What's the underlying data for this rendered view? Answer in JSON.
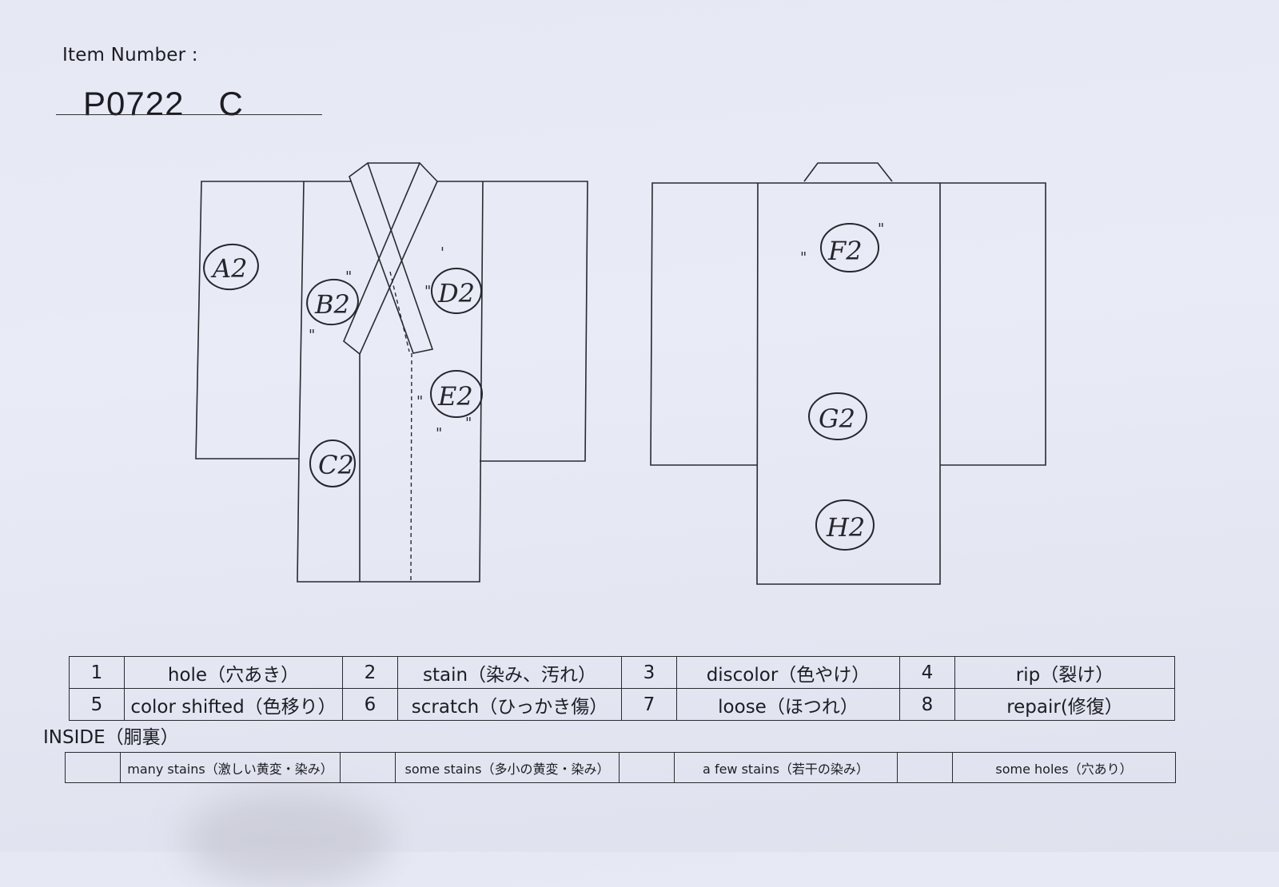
{
  "item": {
    "label": "Item Number :",
    "value": "P0722　C"
  },
  "annotations": [
    {
      "id": "A",
      "text": "A2"
    },
    {
      "id": "B",
      "text": "B2"
    },
    {
      "id": "C",
      "text": "C2"
    },
    {
      "id": "D",
      "text": "D2"
    },
    {
      "id": "E",
      "text": "E2"
    },
    {
      "id": "F",
      "text": "F2"
    },
    {
      "id": "G",
      "text": "G2"
    },
    {
      "id": "H",
      "text": "H2"
    }
  ],
  "legend": [
    [
      {
        "num": "1",
        "label": "hole（穴あき）"
      },
      {
        "num": "2",
        "label": "stain（染み、汚れ）"
      },
      {
        "num": "3",
        "label": "discolor（色やけ）"
      },
      {
        "num": "4",
        "label": "rip（裂け）"
      }
    ],
    [
      {
        "num": "5",
        "label": "color shifted（色移り）"
      },
      {
        "num": "6",
        "label": "scratch（ひっかき傷）"
      },
      {
        "num": "7",
        "label": "loose（ほつれ）"
      },
      {
        "num": "8",
        "label": "repair(修復）"
      }
    ]
  ],
  "inside": {
    "label": "INSIDE（胴裏）",
    "items": [
      "many stains（激しい黄変・染み）",
      "some stains（多小の黄変・染み）",
      "a few stains（若干の染み）",
      "some holes（穴あり）"
    ]
  }
}
